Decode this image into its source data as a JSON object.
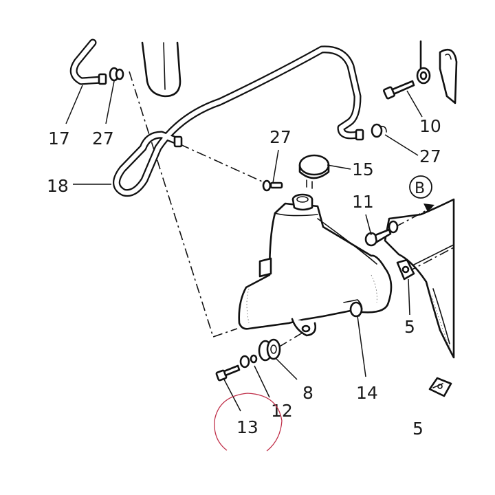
{
  "callouts": {
    "c17": "17",
    "c27a": "27",
    "c18": "18",
    "c27b": "27",
    "c15": "15",
    "c10": "10",
    "c27c": "27",
    "c11": "11",
    "cB": "B",
    "c5a": "5",
    "c14": "14",
    "c8": "8",
    "c12": "12",
    "c13": "13",
    "c5b": "5"
  },
  "colors": {
    "line": "#111111",
    "annotation_circle": "#c0304a"
  }
}
